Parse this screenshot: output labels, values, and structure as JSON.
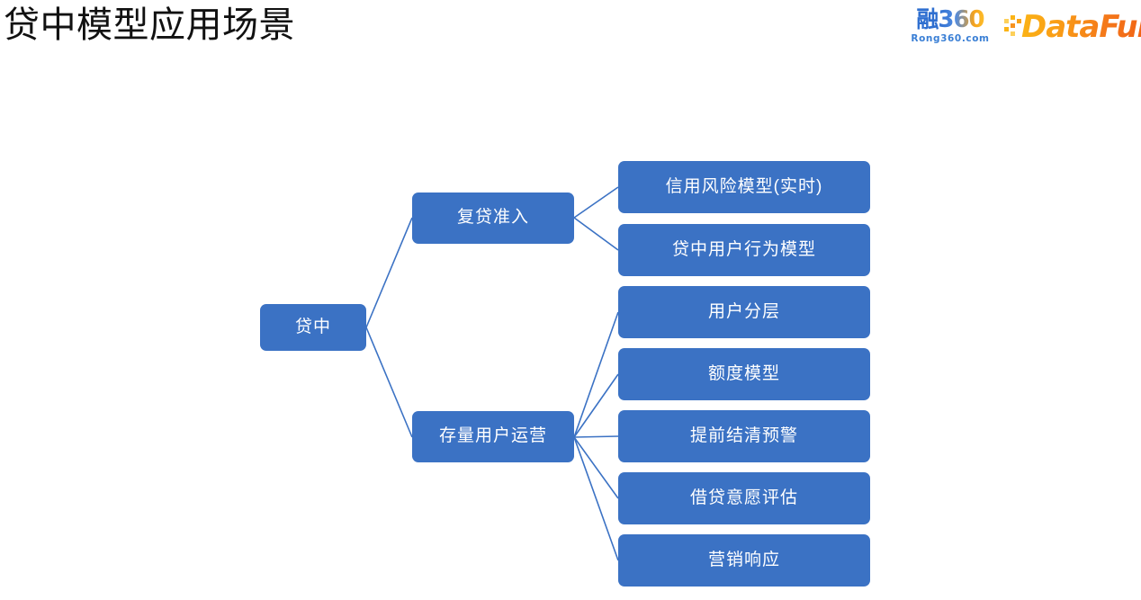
{
  "slide": {
    "title": "贷中模型应用场景",
    "background_color": "#ffffff",
    "title_color": "#111111"
  },
  "logos": [
    {
      "name": "rong360",
      "cn_mark": "融",
      "number_mark": "360",
      "subtitle": "Rong360.com",
      "primary_color": "#2f6fd0",
      "accent_color": "#f6a31c"
    },
    {
      "name": "datafun",
      "wordmark": "DataFun",
      "primary_color": "#f79220",
      "accent_color": "#fbb416"
    }
  ],
  "diagram": {
    "type": "mindmap",
    "node_fill": "#3b72c4",
    "node_text_color": "#ffffff",
    "connector_color": "#3b72c4",
    "root": {
      "id": "root",
      "label": "贷中"
    },
    "branches": [
      {
        "id": "b1",
        "label": "复贷准入"
      },
      {
        "id": "b2",
        "label": "存量用户运营"
      }
    ],
    "leaves": [
      {
        "id": "l1",
        "parent": "b1",
        "label": "信用风险模型(实时)"
      },
      {
        "id": "l2",
        "parent": "b1",
        "label": "贷中用户行为模型"
      },
      {
        "id": "l3",
        "parent": "b2",
        "label": "用户分层"
      },
      {
        "id": "l4",
        "parent": "b2",
        "label": "额度模型"
      },
      {
        "id": "l5",
        "parent": "b2",
        "label": "提前结清预警"
      },
      {
        "id": "l6",
        "parent": "b2",
        "label": "借贷意愿评估"
      },
      {
        "id": "l7",
        "parent": "b2",
        "label": "营销响应"
      }
    ]
  }
}
